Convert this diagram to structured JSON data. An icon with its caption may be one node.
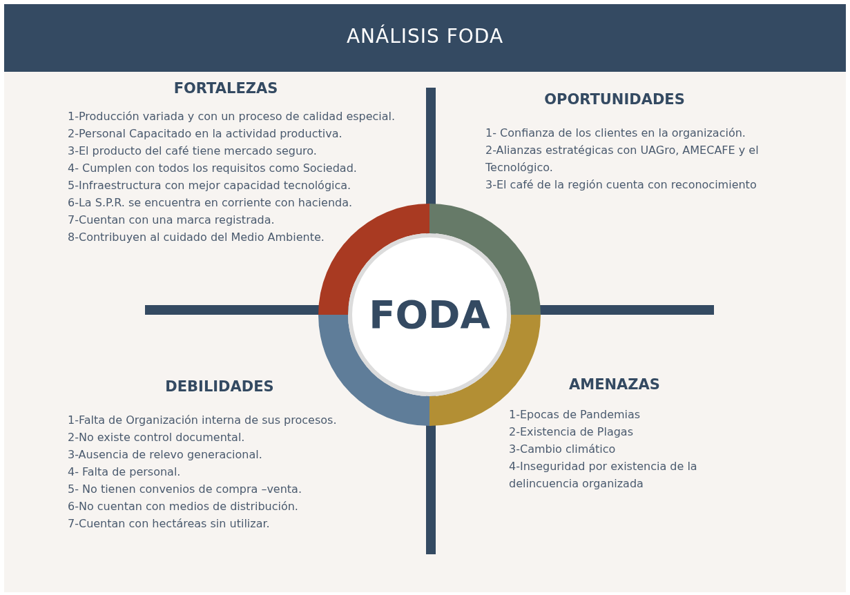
{
  "diagram": {
    "title": "ANÁLISIS FODA",
    "nodes": [
      {
        "text": [
          "FODA"
        ]
      }
    ],
    "labels": [
      "FORTALEZAS",
      "1-Producción variada y con un proceso de calidad especial.",
      "2-Personal Capacitado en la actividad productiva.",
      "3-El producto del café tiene mercado seguro.",
      "4- Cumplen con todos los requisitos como Sociedad.",
      "5-Infraestructura con mejor capacidad tecnológica.",
      "6-La S.P.R. se encuentra en corriente con hacienda.",
      "7-Cuentan con una marca registrada.",
      "8-Contribuyen al cuidado del Medio Ambiente.",
      "OPORTUNIDADES",
      "1- Confianza de los clientes en la organización.",
      "2-Alianzas estratégicas con UAGro, AMECAFE y el Tecnológico.",
      "3-El café de la región cuenta con reconocimiento",
      "DEBILIDADES",
      "1-Falta de Organización interna de sus procesos.",
      "2-No existe control documental.",
      "3-Ausencia de relevo generacional.",
      "4- Falta de personal.",
      "5- No tienen convenios de compra –venta.",
      "6-No cuentan con medios de distribución.",
      "7-Cuentan con hectáreas sin utilizar.",
      "AMENAZAS",
      "1-Epocas de Pandemias",
      "2-Existencia de Plagas",
      "3-Cambio climático",
      "4-Inseguridad por existencia de la delincuencia organizada"
    ]
  }
}
